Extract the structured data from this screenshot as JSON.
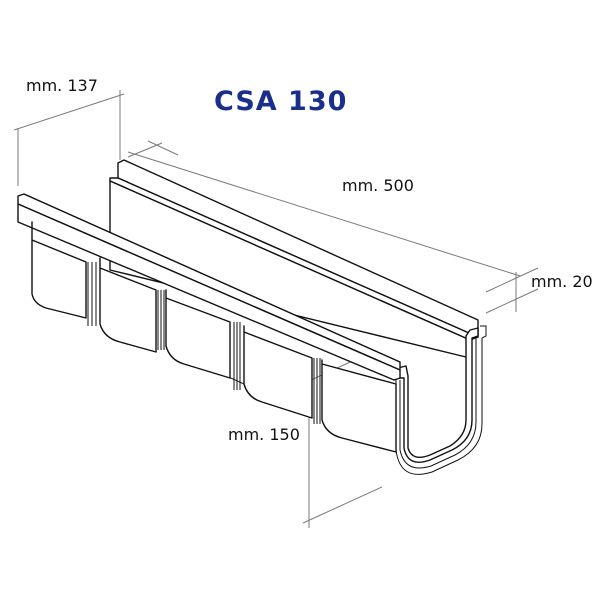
{
  "drawing": {
    "title": "CSA 130",
    "title_color": "#1a2f8c",
    "subject": "drainage channel isometric view",
    "dimensions": {
      "width": "mm. 137",
      "length": "mm. 500",
      "rim": "mm. 20",
      "height": "mm. 150"
    }
  }
}
